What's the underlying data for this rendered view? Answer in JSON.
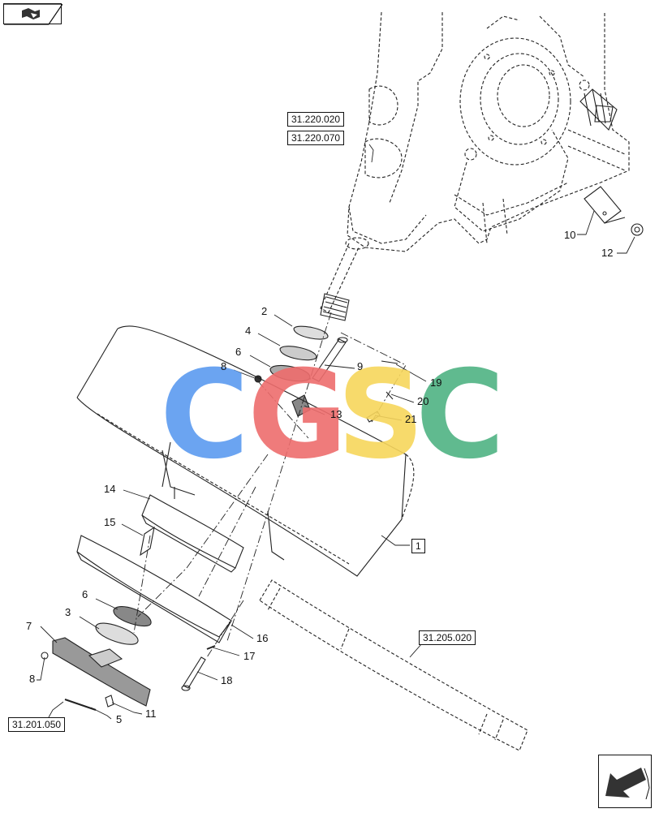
{
  "nav": {
    "prev_icon": "page-back-arrow-icon",
    "next_icon": "page-forward-arrow-icon"
  },
  "refs": {
    "r1": "31.220.020",
    "r2": "31.220.070",
    "r3": "31.205.020",
    "r4": "31.201.050",
    "p1": "1"
  },
  "callouts": {
    "c2": "2",
    "c4": "4",
    "c6a": "6",
    "c8a": "8",
    "c9": "9",
    "c10": "10",
    "c12": "12",
    "c13": "13",
    "c14": "14",
    "c15": "15",
    "c16": "16",
    "c17": "17",
    "c18": "18",
    "c19": "19",
    "c20": "20",
    "c21": "21",
    "c6b": "6",
    "c3": "3",
    "c7": "7",
    "c8b": "8",
    "c5": "5",
    "c11": "11"
  },
  "watermark": {
    "letters": [
      "C",
      "G",
      "S",
      "C"
    ],
    "colors": [
      "#5b9bf0",
      "#ee6d6d",
      "#f7d65c",
      "#4fb383"
    ]
  }
}
